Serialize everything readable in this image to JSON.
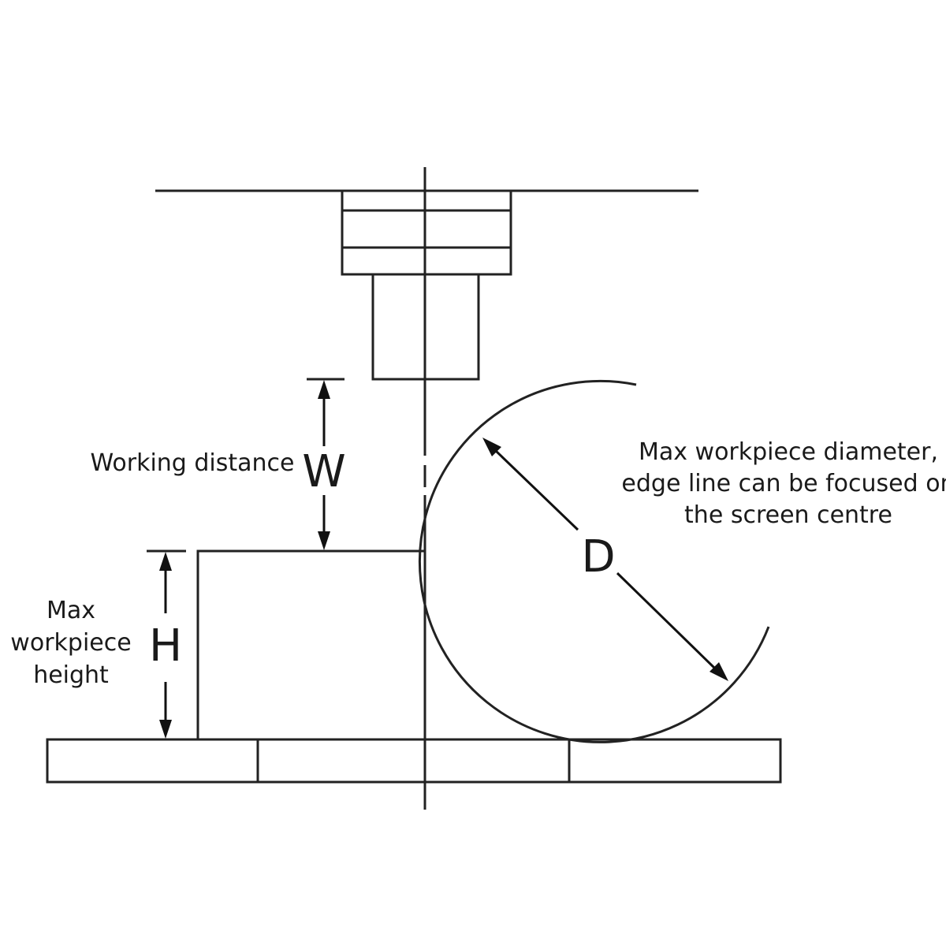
{
  "labels": {
    "working_distance": "Working distance",
    "max_height_line1": "Max",
    "max_height_line2": "workpiece",
    "max_height_line3": "height",
    "diameter_line1": "Max workpiece diameter,",
    "diameter_line2": "edge line can be focused on",
    "diameter_line3": "the screen centre"
  },
  "dimensions": {
    "w": "W",
    "h": "H",
    "d": "D"
  }
}
